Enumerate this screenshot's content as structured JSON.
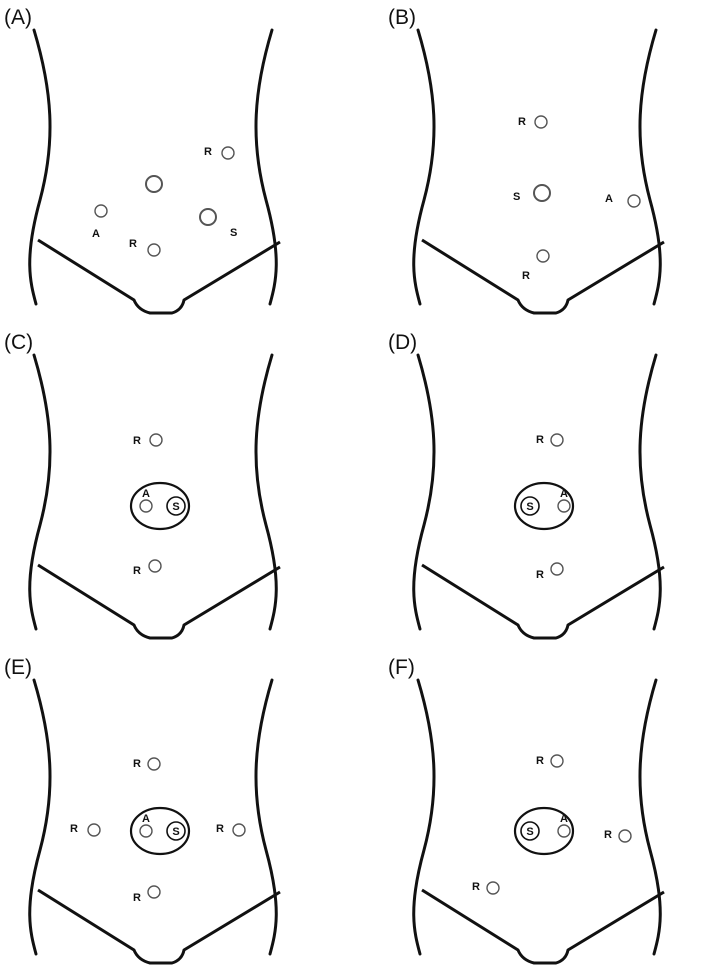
{
  "panels": [
    {
      "label": "(A)",
      "ports": [
        {
          "type": "R",
          "text": "R"
        },
        {
          "type": "camera",
          "text": ""
        },
        {
          "type": "A",
          "text": "A"
        },
        {
          "type": "R",
          "text": "R"
        },
        {
          "type": "S",
          "text": "S"
        }
      ]
    },
    {
      "label": "(B)",
      "ports": [
        {
          "type": "R",
          "text": "R"
        },
        {
          "type": "S",
          "text": "S"
        },
        {
          "type": "A",
          "text": "A"
        },
        {
          "type": "R",
          "text": "R"
        }
      ]
    },
    {
      "label": "(C)",
      "umbilical_group": {
        "order": [
          "A",
          "S"
        ],
        "texts": [
          "A",
          "S"
        ]
      },
      "ports": [
        {
          "type": "R",
          "text": "R"
        },
        {
          "type": "R",
          "text": "R"
        }
      ]
    },
    {
      "label": "(D)",
      "umbilical_group": {
        "order": [
          "S",
          "A"
        ],
        "texts": [
          "S",
          "A"
        ]
      },
      "ports": [
        {
          "type": "R",
          "text": "R"
        },
        {
          "type": "R",
          "text": "R"
        }
      ]
    },
    {
      "label": "(E)",
      "umbilical_group": {
        "order": [
          "A",
          "S"
        ],
        "texts": [
          "A",
          "S"
        ]
      },
      "ports": [
        {
          "type": "R",
          "text": "R"
        },
        {
          "type": "R",
          "text": "R"
        },
        {
          "type": "R",
          "text": "R"
        },
        {
          "type": "R",
          "text": "R"
        }
      ]
    },
    {
      "label": "(F)",
      "umbilical_group": {
        "order": [
          "S",
          "A"
        ],
        "texts": [
          "S",
          "A"
        ]
      },
      "ports": [
        {
          "type": "R",
          "text": "R"
        },
        {
          "type": "R",
          "text": "R"
        },
        {
          "type": "R",
          "text": "R"
        }
      ]
    }
  ],
  "colors": {
    "line": "#111111",
    "port_stroke": "#555555",
    "background": "#ffffff"
  }
}
